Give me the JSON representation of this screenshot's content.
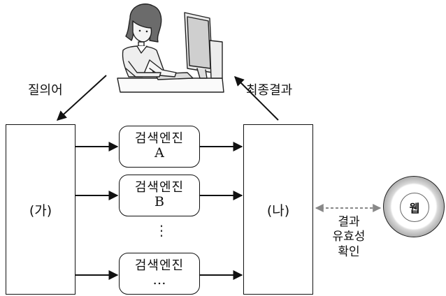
{
  "query_label": "질의어",
  "final_result_label": "최종결과",
  "box_ga": "(가)",
  "box_na": "(나)",
  "engines": [
    {
      "name": "검색엔진",
      "id": "A"
    },
    {
      "name": "검색엔진",
      "id": "B"
    },
    {
      "name": "검색엔진",
      "id": "…"
    }
  ],
  "vertical_ellipsis": "⋮",
  "verify_lines": [
    "결과",
    "유효성",
    "확인"
  ],
  "web_label": "웹",
  "icons": [
    "person-at-computer-icon"
  ]
}
